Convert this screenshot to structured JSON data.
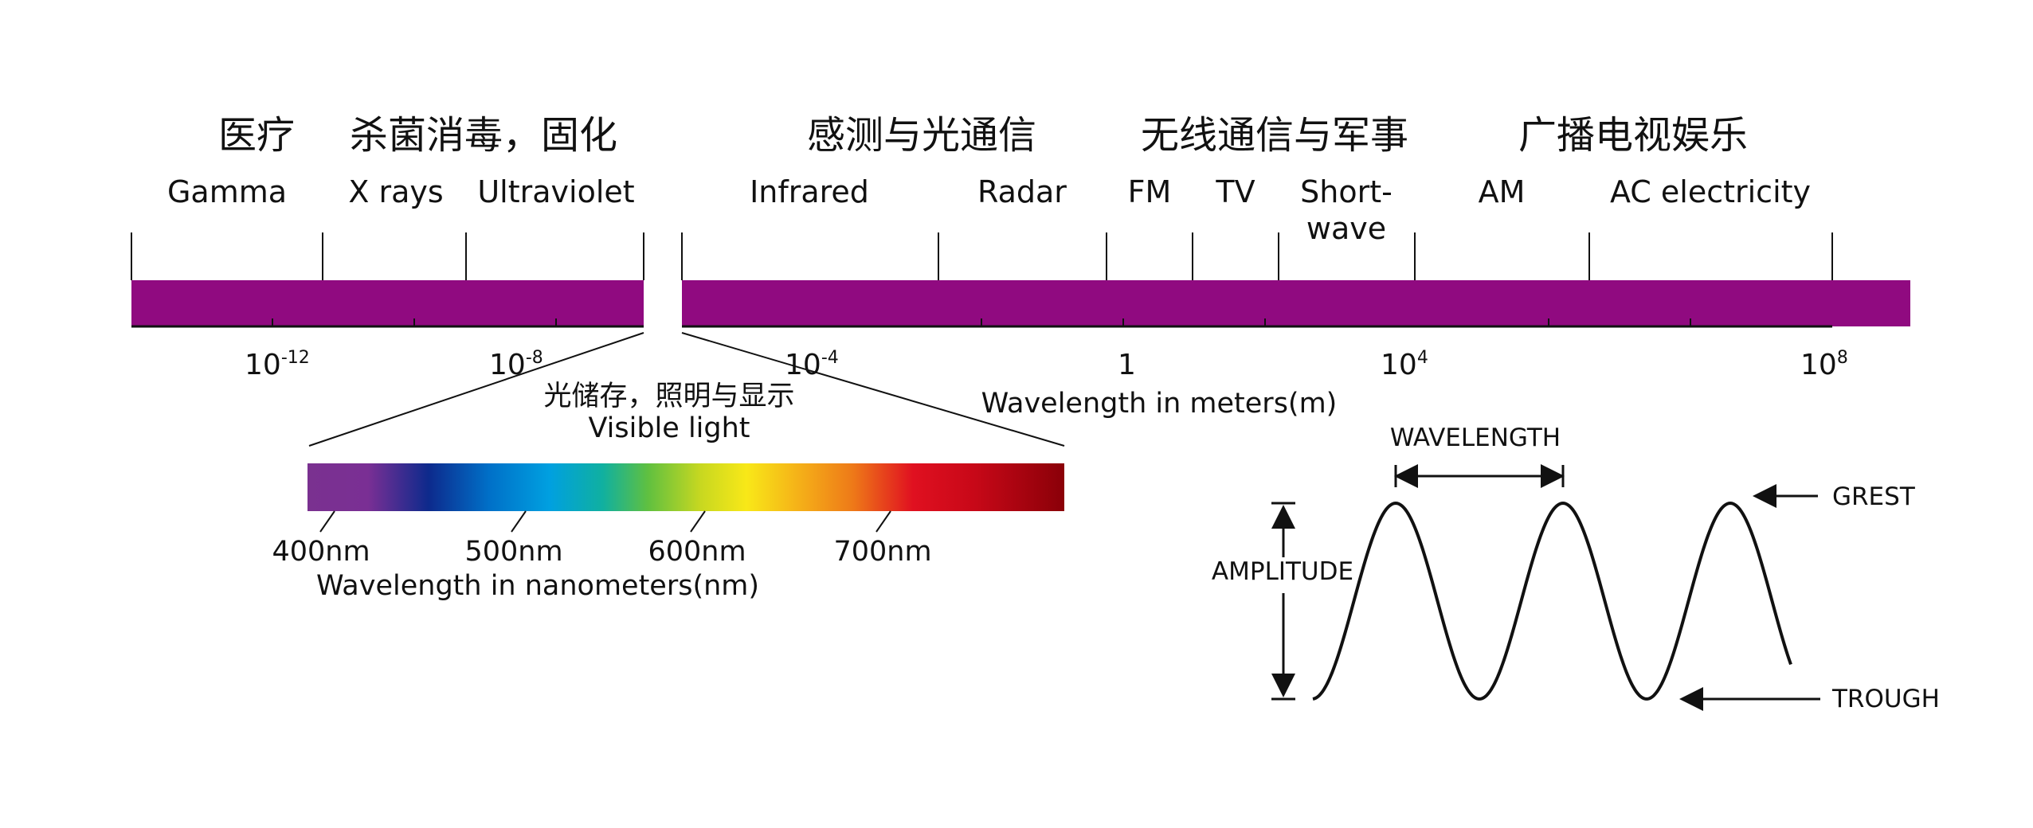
{
  "applications": [
    {
      "label": "医疗"
    },
    {
      "label": "杀菌消毒，固化"
    },
    {
      "label": "感测与光通信"
    },
    {
      "label": "无线通信与军事"
    },
    {
      "label": "广播电视娱乐"
    }
  ],
  "bands": [
    {
      "label": "Gamma"
    },
    {
      "label": "X rays"
    },
    {
      "label": "Ultraviolet"
    },
    {
      "label": "Infrared"
    },
    {
      "label": "Radar"
    },
    {
      "label": "FM"
    },
    {
      "label": "TV"
    },
    {
      "label": "Short-"
    },
    {
      "label": "wave"
    },
    {
      "label": "AM"
    },
    {
      "label": "AC electricity"
    }
  ],
  "scale": {
    "ticks": [
      {
        "base": "10",
        "exp": "-12"
      },
      {
        "base": "10",
        "exp": "-8"
      },
      {
        "base": "10",
        "exp": "-4"
      },
      {
        "base": "1",
        "exp": ""
      },
      {
        "base": "10",
        "exp": "4"
      },
      {
        "base": "10",
        "exp": "8"
      }
    ],
    "unit_label": "Wavelength in meters(m)"
  },
  "visible": {
    "caption_cn": "光储存，照明与显示",
    "caption_en": "Visible light",
    "ticks": [
      "400nm",
      "500nm",
      "600nm",
      "700nm"
    ],
    "unit_label": "Wavelength in nanometers(nm)"
  },
  "wave": {
    "wavelength_label": "WAVELENGTH",
    "amplitude_label": "AMPLITUDE",
    "crest_label": "GREST",
    "trough_label": "TROUGH"
  },
  "colors": {
    "spectrum_bar": "#900a80",
    "ink": "#111111"
  }
}
